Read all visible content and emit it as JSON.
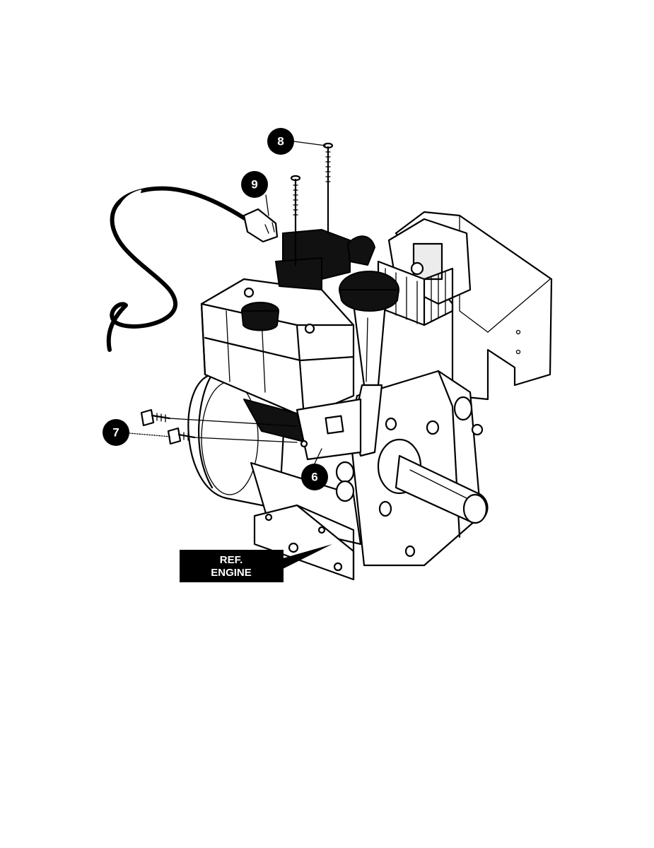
{
  "callouts": [
    {
      "id": "6",
      "label": "6"
    },
    {
      "id": "7",
      "label": "7"
    },
    {
      "id": "8",
      "label": "8"
    },
    {
      "id": "9",
      "label": "9"
    }
  ],
  "reference_label": {
    "line1": "REF.",
    "line2": "ENGINE"
  },
  "colors": {
    "ink": "#000000",
    "paper": "#ffffff",
    "callout_fill": "#000000",
    "callout_text": "#ffffff"
  }
}
